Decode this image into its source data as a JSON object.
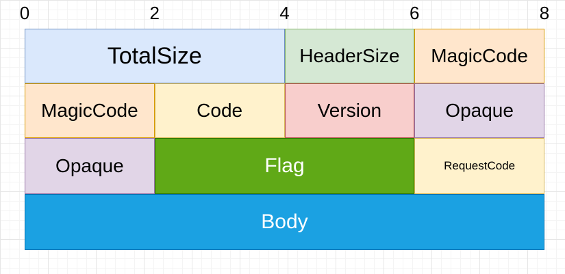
{
  "diagram": {
    "total_units": 8,
    "ruler": {
      "labels": [
        "0",
        "2",
        "4",
        "6",
        "8"
      ],
      "positions": [
        0,
        2,
        4,
        6,
        8
      ]
    },
    "rows": [
      {
        "cells": [
          {
            "label": "TotalSize",
            "span": 4,
            "fill": "#dae8fc",
            "stroke": "#6c8ebf",
            "text_color": "#000000",
            "font_size": 34
          },
          {
            "label": "HeaderSize",
            "span": 2,
            "fill": "#d5e8d4",
            "stroke": "#82b366",
            "text_color": "#000000",
            "font_size": 28
          },
          {
            "label": "MagicCode",
            "span": 2,
            "fill": "#ffe6cc",
            "stroke": "#d79b00",
            "text_color": "#000000",
            "font_size": 28
          }
        ]
      },
      {
        "cells": [
          {
            "label": "MagicCode",
            "span": 2,
            "fill": "#ffe6cc",
            "stroke": "#d79b00",
            "text_color": "#000000",
            "font_size": 28
          },
          {
            "label": "Code",
            "span": 2,
            "fill": "#fff2cc",
            "stroke": "#d6b656",
            "text_color": "#000000",
            "font_size": 28
          },
          {
            "label": "Version",
            "span": 2,
            "fill": "#f8cecc",
            "stroke": "#b85450",
            "text_color": "#000000",
            "font_size": 28
          },
          {
            "label": "Opaque",
            "span": 2,
            "fill": "#e1d5e7",
            "stroke": "#9673a6",
            "text_color": "#000000",
            "font_size": 28
          }
        ]
      },
      {
        "cells": [
          {
            "label": "Opaque",
            "span": 2,
            "fill": "#e1d5e7",
            "stroke": "#9673a6",
            "text_color": "#000000",
            "font_size": 28
          },
          {
            "label": "Flag",
            "span": 4,
            "fill": "#60a917",
            "stroke": "#2d7600",
            "text_color": "#ffffff",
            "font_size": 30
          },
          {
            "label": "RequestCode",
            "span": 2,
            "fill": "#fff2cc",
            "stroke": "#d6b656",
            "text_color": "#000000",
            "font_size": 17
          }
        ]
      },
      {
        "cells": [
          {
            "label": "Body",
            "span": 8,
            "fill": "#1ba1e2",
            "stroke": "#006eaf",
            "text_color": "#ffffff",
            "font_size": 30
          }
        ]
      }
    ]
  }
}
